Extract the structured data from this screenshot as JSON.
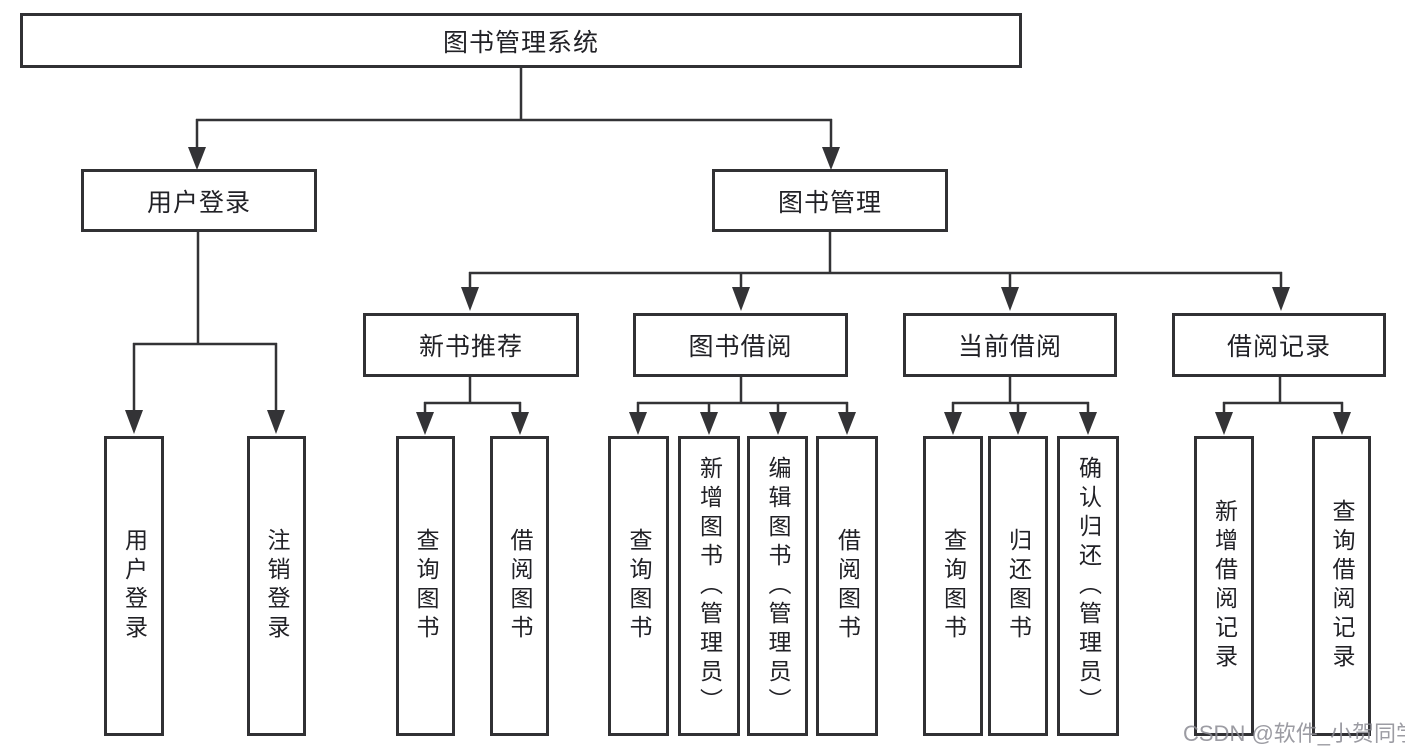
{
  "tree": {
    "label": "图书管理系统",
    "children": [
      {
        "label": "用户登录",
        "children": [
          {
            "label": "用户登录"
          },
          {
            "label": "注销登录"
          }
        ]
      },
      {
        "label": "图书管理",
        "children": [
          {
            "label": "新书推荐",
            "children": [
              {
                "label": "查询图书"
              },
              {
                "label": "借阅图书"
              }
            ]
          },
          {
            "label": "图书借阅",
            "children": [
              {
                "label": "查询图书"
              },
              {
                "label": "新增图书（管理员）"
              },
              {
                "label": "编辑图书（管理员）"
              },
              {
                "label": "借阅图书"
              }
            ]
          },
          {
            "label": "当前借阅",
            "children": [
              {
                "label": "查询图书"
              },
              {
                "label": "归还图书"
              },
              {
                "label": "确认归还（管理员）"
              }
            ]
          },
          {
            "label": "借阅记录",
            "children": [
              {
                "label": "新增借阅记录"
              },
              {
                "label": "查询借阅记录"
              }
            ]
          }
        ]
      }
    ]
  },
  "watermark": {
    "text": "CSDN @软件_小贺同学"
  },
  "colors": {
    "background": "#ffffff",
    "line": "#333336",
    "box_border": "#313134",
    "text": "#212126",
    "watermark": "#8b8b93"
  }
}
